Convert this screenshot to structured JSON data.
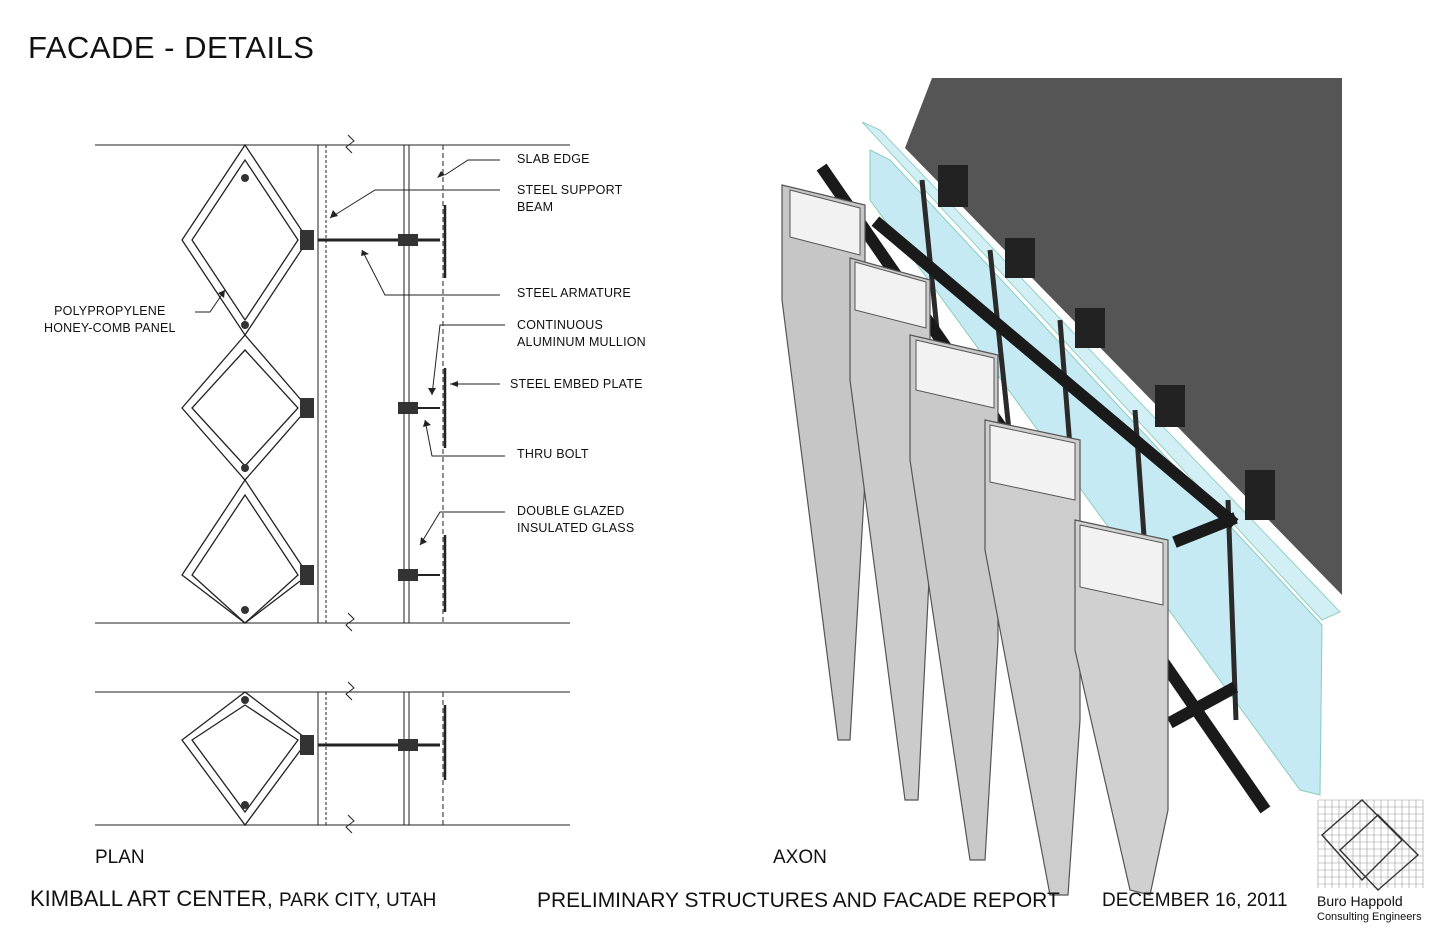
{
  "title": "FACADE - DETAILS",
  "plan": {
    "label": "PLAN",
    "callouts": [
      {
        "id": "slab-edge",
        "text": "SLAB EDGE"
      },
      {
        "id": "steel-support-beam",
        "text": "STEEL SUPPORT\nBEAM"
      },
      {
        "id": "steel-armature",
        "text": "STEEL ARMATURE"
      },
      {
        "id": "polypropylene-panel",
        "text": "POLYPROPYLENE\nHONEY-COMB PANEL"
      },
      {
        "id": "aluminum-mullion",
        "text": "CONTINUOUS\nALUMINUM MULLION"
      },
      {
        "id": "steel-embed-plate",
        "text": "STEEL EMBED PLATE"
      },
      {
        "id": "thru-bolt",
        "text": "THRU BOLT"
      },
      {
        "id": "insulated-glass",
        "text": "DOUBLE GLAZED\nINSULATED GLASS"
      }
    ]
  },
  "axon": {
    "label": "AXON"
  },
  "footer": {
    "project": "KIMBALL ART CENTER,",
    "location": "PARK CITY, UTAH",
    "report": "PRELIMINARY STRUCTURES AND FACADE REPORT",
    "date": "DECEMBER 16, 2011"
  },
  "logo": {
    "name": "Buro Happold",
    "subtitle": "Consulting Engineers"
  },
  "colors": {
    "slab": "#555555",
    "glass": "#cdeef5",
    "panel": "#c9c9c9",
    "steel": "#1a1a1a"
  }
}
